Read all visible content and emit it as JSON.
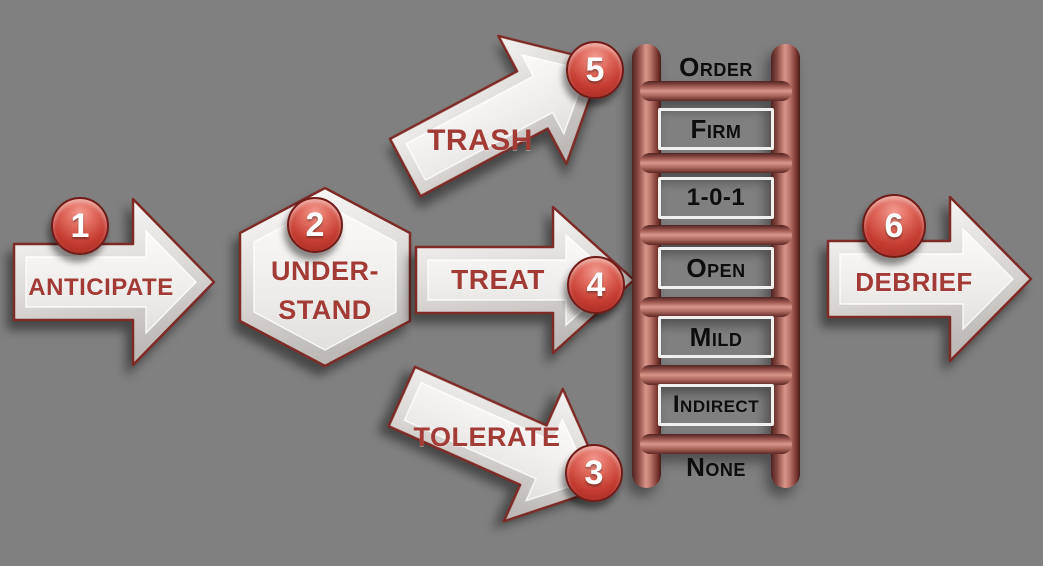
{
  "background_color": "#808080",
  "colors": {
    "arrow_fill_light": "#F6F5F3",
    "arrow_fill_dark": "#C9C5C2",
    "arrow_outline": "#7E2B28",
    "label_maroon": "#A23B36",
    "badge_red": "#C63D32",
    "badge_border": "#701C18",
    "badge_text": "#FFFFFF",
    "ladder_red_light": "#D8958A",
    "ladder_red_dark": "#4E2220",
    "ladder_label_text": "#0D0D0D",
    "level_box_border": "#F2F0EE"
  },
  "steps": {
    "anticipate": {
      "badge": "1",
      "label": "ANTICIPATE",
      "shape": "arrow-right"
    },
    "understand": {
      "badge": "2",
      "label_line1": "UNDER-",
      "label_line2": "STAND",
      "shape": "hexagon"
    },
    "tolerate": {
      "badge": "3",
      "label": "TOLERATE",
      "shape": "arrow-down-right"
    },
    "treat": {
      "badge": "4",
      "label": "TREAT",
      "shape": "arrow-right"
    },
    "trash": {
      "badge": "5",
      "label": "TRASH",
      "shape": "arrow-up-right"
    },
    "debrief": {
      "badge": "6",
      "label": "DEBRIEF",
      "shape": "arrow-right"
    }
  },
  "ladder": {
    "levels": [
      {
        "label": "Order",
        "boxed": false
      },
      {
        "label": "Firm",
        "boxed": true
      },
      {
        "label": "1-0-1",
        "boxed": true
      },
      {
        "label": "Open",
        "boxed": true
      },
      {
        "label": "Mild",
        "boxed": true
      },
      {
        "label": "Indirect",
        "boxed": true
      },
      {
        "label": "None",
        "boxed": false
      }
    ]
  }
}
